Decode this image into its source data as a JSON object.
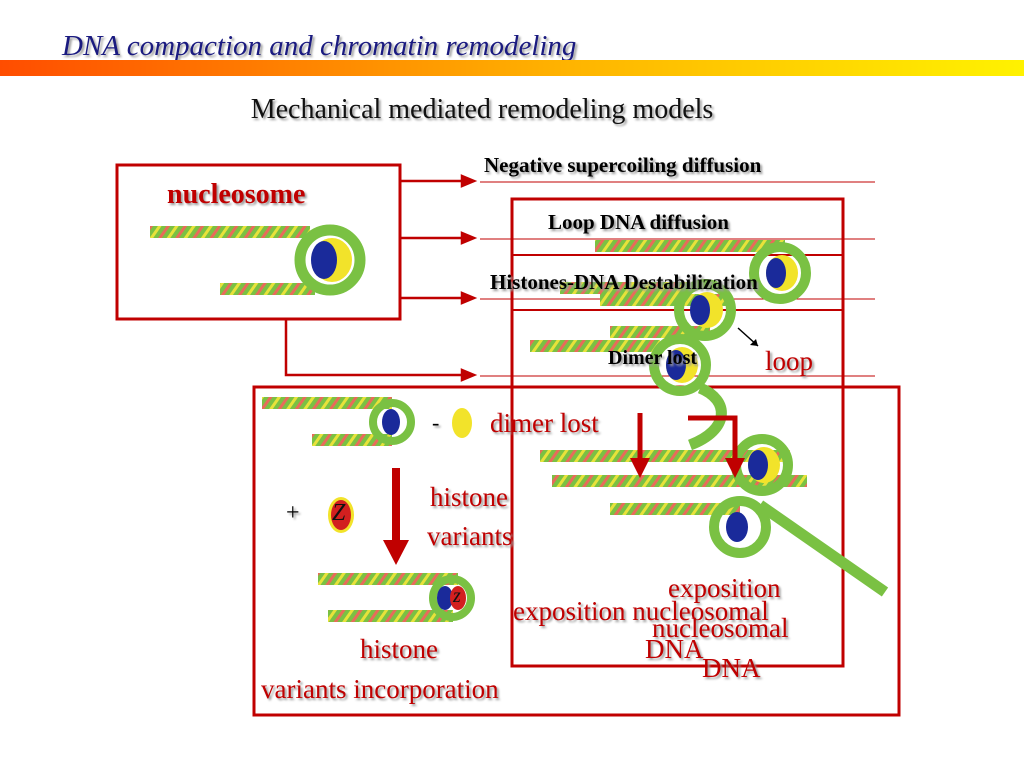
{
  "slide": {
    "title": "DNA compaction and chromatin remodeling",
    "subtitle": "Mechanical mediated remodeling models"
  },
  "colors": {
    "frame_red": "#c00000",
    "dna_green": "#7ac143",
    "dna_yellow": "#e8e23a",
    "histone_blue": "#1a2a9a",
    "histone_yellow": "#f2e32a",
    "variant_red": "#d21f1f"
  },
  "diagram": {
    "nucleosome_label": "nucleosome",
    "models": [
      "Negative supercoiling diffusion",
      "Loop DNA diffusion",
      "Histones-DNA Destabilization"
    ],
    "dimer_lost_bold": "Dimer lost",
    "loop_label": "loop",
    "minus_sign": "-",
    "plus_sign": "+",
    "dimer_lost": "dimer lost",
    "histone_variants": [
      "histone",
      "variants"
    ],
    "variant_letter": "Z",
    "variant_letter_small": "z",
    "histone_variants_incorporation": [
      "histone",
      "variants incorporation"
    ],
    "exposition_inner": "exposition nucleosomal",
    "exposition_inner_line2": "DNA",
    "exposition_outer": [
      "exposition",
      "nucleosomal",
      "DNA"
    ]
  }
}
